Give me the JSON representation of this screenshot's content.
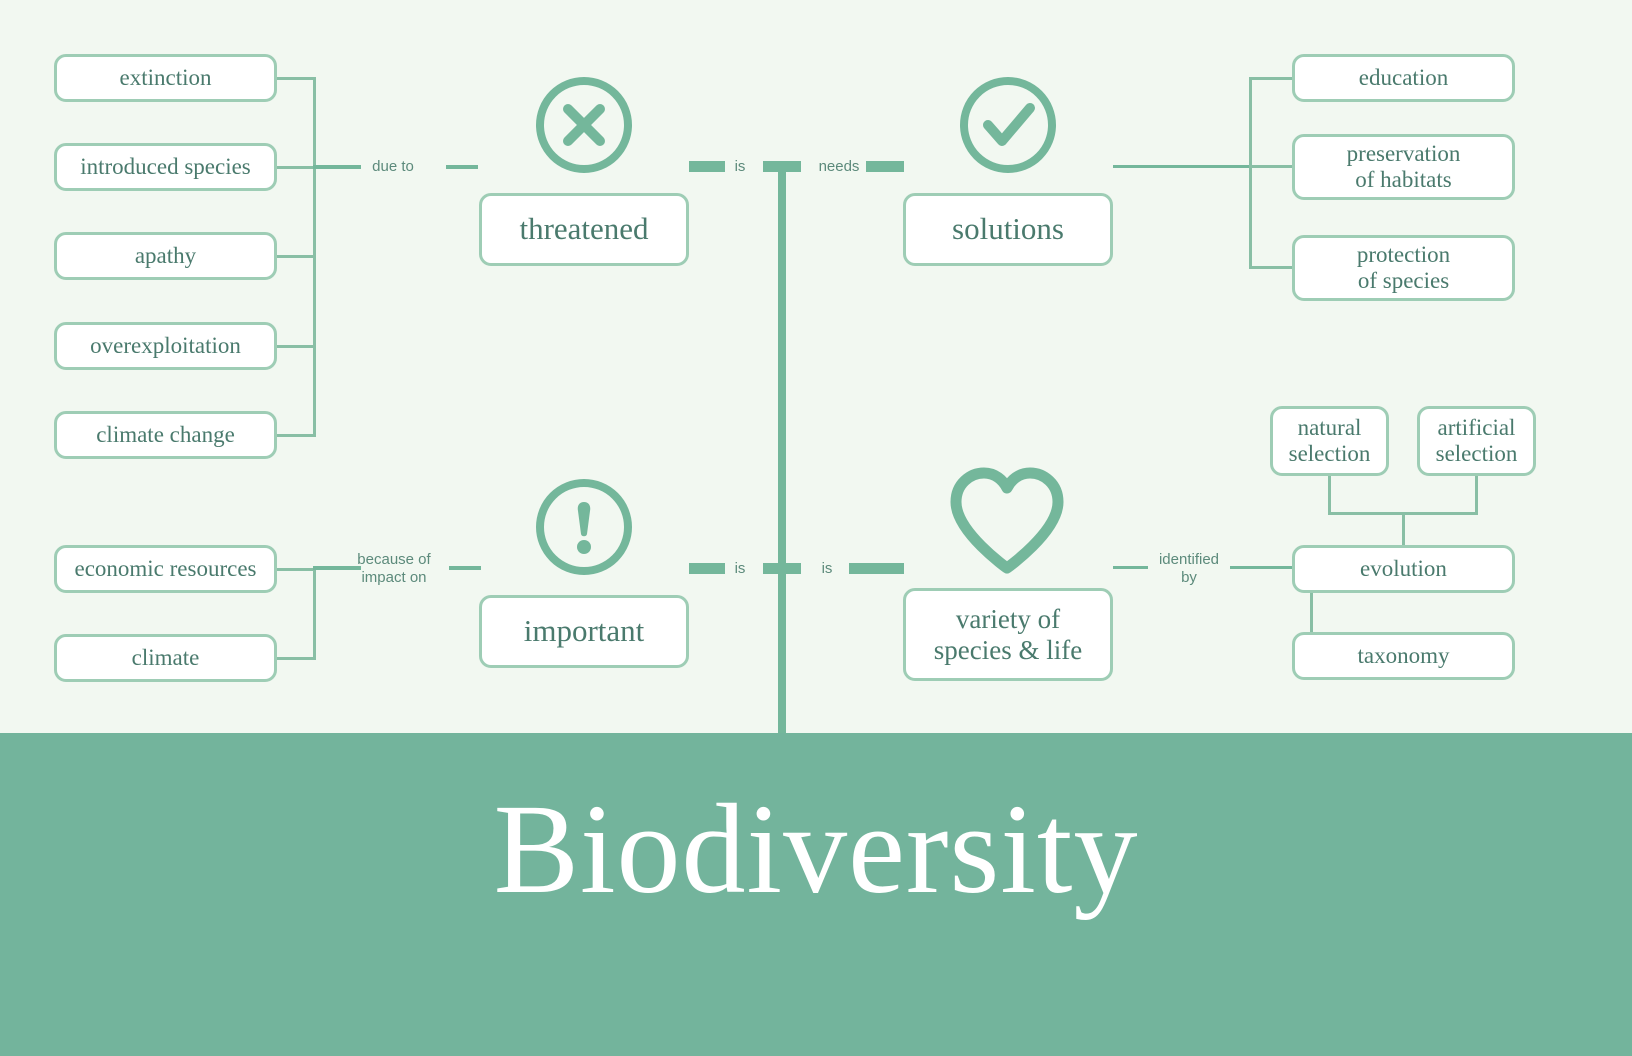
{
  "title": "Biodiversity",
  "theme": {
    "background": "#f2f8f1",
    "band": "#73b49c",
    "box_border": "#9ecdb5",
    "box_fill": "#ffffff",
    "text": "#4a7a6d",
    "connector": "#89bfa5",
    "connector_thick": "#74b79b",
    "title_text": "#ffffff"
  },
  "branches": {
    "causes": {
      "relation": "due to",
      "icon": "x-circle-icon",
      "hub": "threatened",
      "items": [
        "extinction",
        "introduced species",
        "apathy",
        "overexploitation",
        "climate change"
      ]
    },
    "solutions": {
      "relation": "needs",
      "icon": "check-circle-icon",
      "hub": "solutions",
      "items": [
        "education",
        "preservation\nof habitats",
        "protection\nof species"
      ]
    },
    "importance": {
      "relation": "because of\nimpact on",
      "icon": "exclamation-circle-icon",
      "hub": "important",
      "items": [
        "economic resources",
        "climate"
      ]
    },
    "variety": {
      "relation": "identified\nby",
      "icon": "heart-icon",
      "hub": "variety of\nspecies & life",
      "items": [
        "evolution",
        "taxonomy"
      ],
      "sub_items": [
        "natural\nselection",
        "artificial\nselection"
      ]
    }
  },
  "trunk_relations": {
    "top_left": "is",
    "top_right": "needs",
    "bottom_left": "is",
    "bottom_right": "is"
  }
}
